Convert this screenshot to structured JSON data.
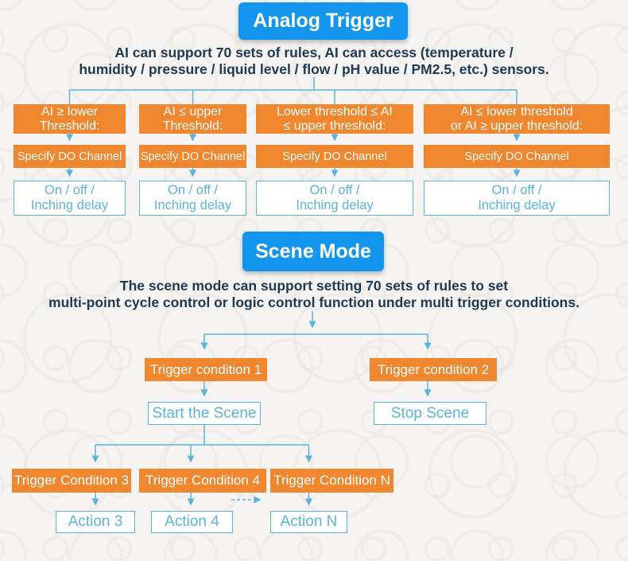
{
  "colors": {
    "blue": "#1496ee",
    "orange": "#f0862e",
    "light_blue": "#5cb3da",
    "navy": "#1e3a52",
    "background": "#f5f4f2"
  },
  "analog_trigger": {
    "title": "Analog Trigger",
    "description_lines": [
      "AI can support 70 sets of rules, AI can access (temperature /",
      "humidity / pressure / liquid level / flow / pH value / PM2.5, etc.) sensors."
    ],
    "columns": [
      {
        "condition_lines": [
          "AI ≥ lower",
          "Threshold:"
        ],
        "do_label": "Specify DO Channel",
        "action_lines": [
          "On / off /",
          "Inching delay"
        ]
      },
      {
        "condition_lines": [
          "AI ≤ upper",
          "Threshold:"
        ],
        "do_label": "Specify DO Channel",
        "action_lines": [
          "On / off /",
          "Inching delay"
        ]
      },
      {
        "condition_lines": [
          "Lower threshold ≤ AI",
          "≤ upper threshold:"
        ],
        "do_label": "Specify DO Channel",
        "action_lines": [
          "On / off /",
          "Inching delay"
        ]
      },
      {
        "condition_lines": [
          "AI ≤ lower threshold",
          "or AI ≥ upper threshold:"
        ],
        "do_label": "Specify DO Channel",
        "action_lines": [
          "On / off /",
          "Inching delay"
        ]
      }
    ]
  },
  "scene_mode": {
    "title": "Scene Mode",
    "description_lines": [
      "The scene mode can support setting 70 sets of rules to set",
      "multi-point cycle control or logic control function under multi trigger conditions."
    ],
    "trigger1": "Trigger condition 1",
    "trigger2": "Trigger condition 2",
    "start_scene": "Start the Scene",
    "stop_scene": "Stop Scene",
    "trigger3": "Trigger Condition 3",
    "trigger4": "Trigger Condition 4",
    "triggerN": "Trigger Condition N",
    "action3": "Action 3",
    "action4": "Action 4",
    "actionN": "Action N"
  }
}
